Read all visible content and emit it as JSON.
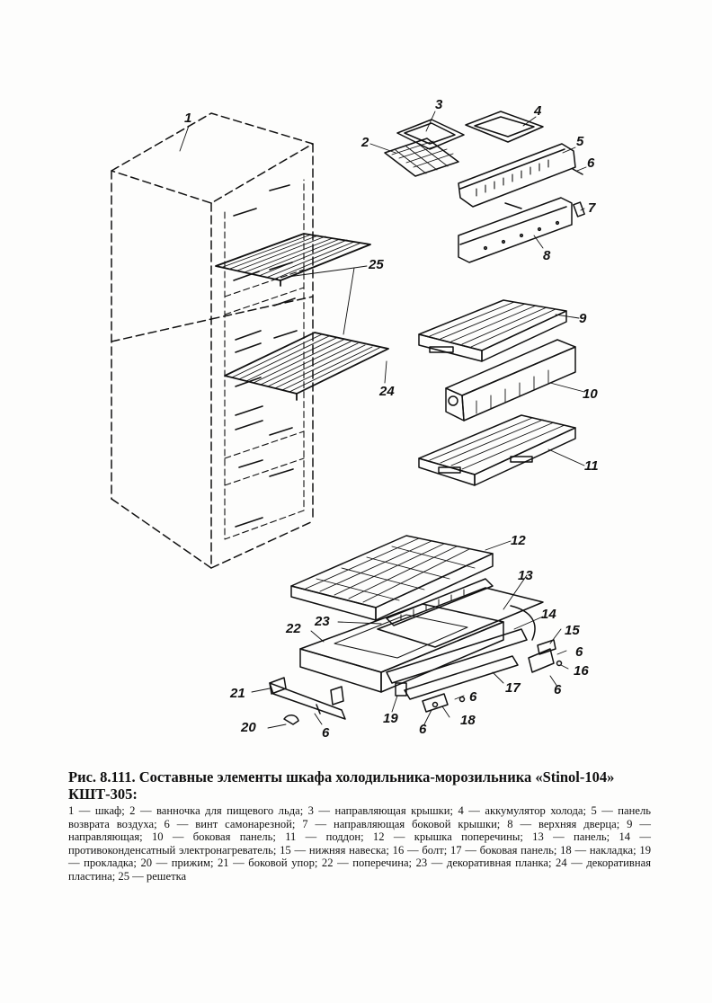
{
  "figure": {
    "callouts": [
      "1",
      "2",
      "3",
      "4",
      "5",
      "6",
      "7",
      "8",
      "9",
      "10",
      "11",
      "12",
      "13",
      "14",
      "15",
      "6",
      "16",
      "6",
      "17",
      "6",
      "18",
      "6",
      "19",
      "20",
      "6",
      "21",
      "22",
      "23",
      "24",
      "25"
    ]
  },
  "caption": {
    "title": "Рис. 8.111. Составные элементы шкафа холодильника-морозильника «Stinol-104» КШТ-305:",
    "body": "1 — шкаф; 2 — ванночка для пищевого льда; 3 — направляющая крышки; 4 — аккумулятор холода; 5 — панель возврата воздуха; 6 — винт самонарезной; 7 — направляющая боковой крышки; 8 — верхняя дверца; 9 — направляющая; 10 — боковая панель; 11 — поддон; 12 — крышка поперечины; 13 — панель; 14 — противоконденсатный электронагреватель; 15 — нижняя навеска; 16 — болт; 17 — боковая панель; 18 — накладка; 19 — прокладка; 20 — прижим; 21 — боковой упор; 22 — поперечина; 23 — декоративная планка; 24 — декоративная пластина; 25 — решетка"
  }
}
